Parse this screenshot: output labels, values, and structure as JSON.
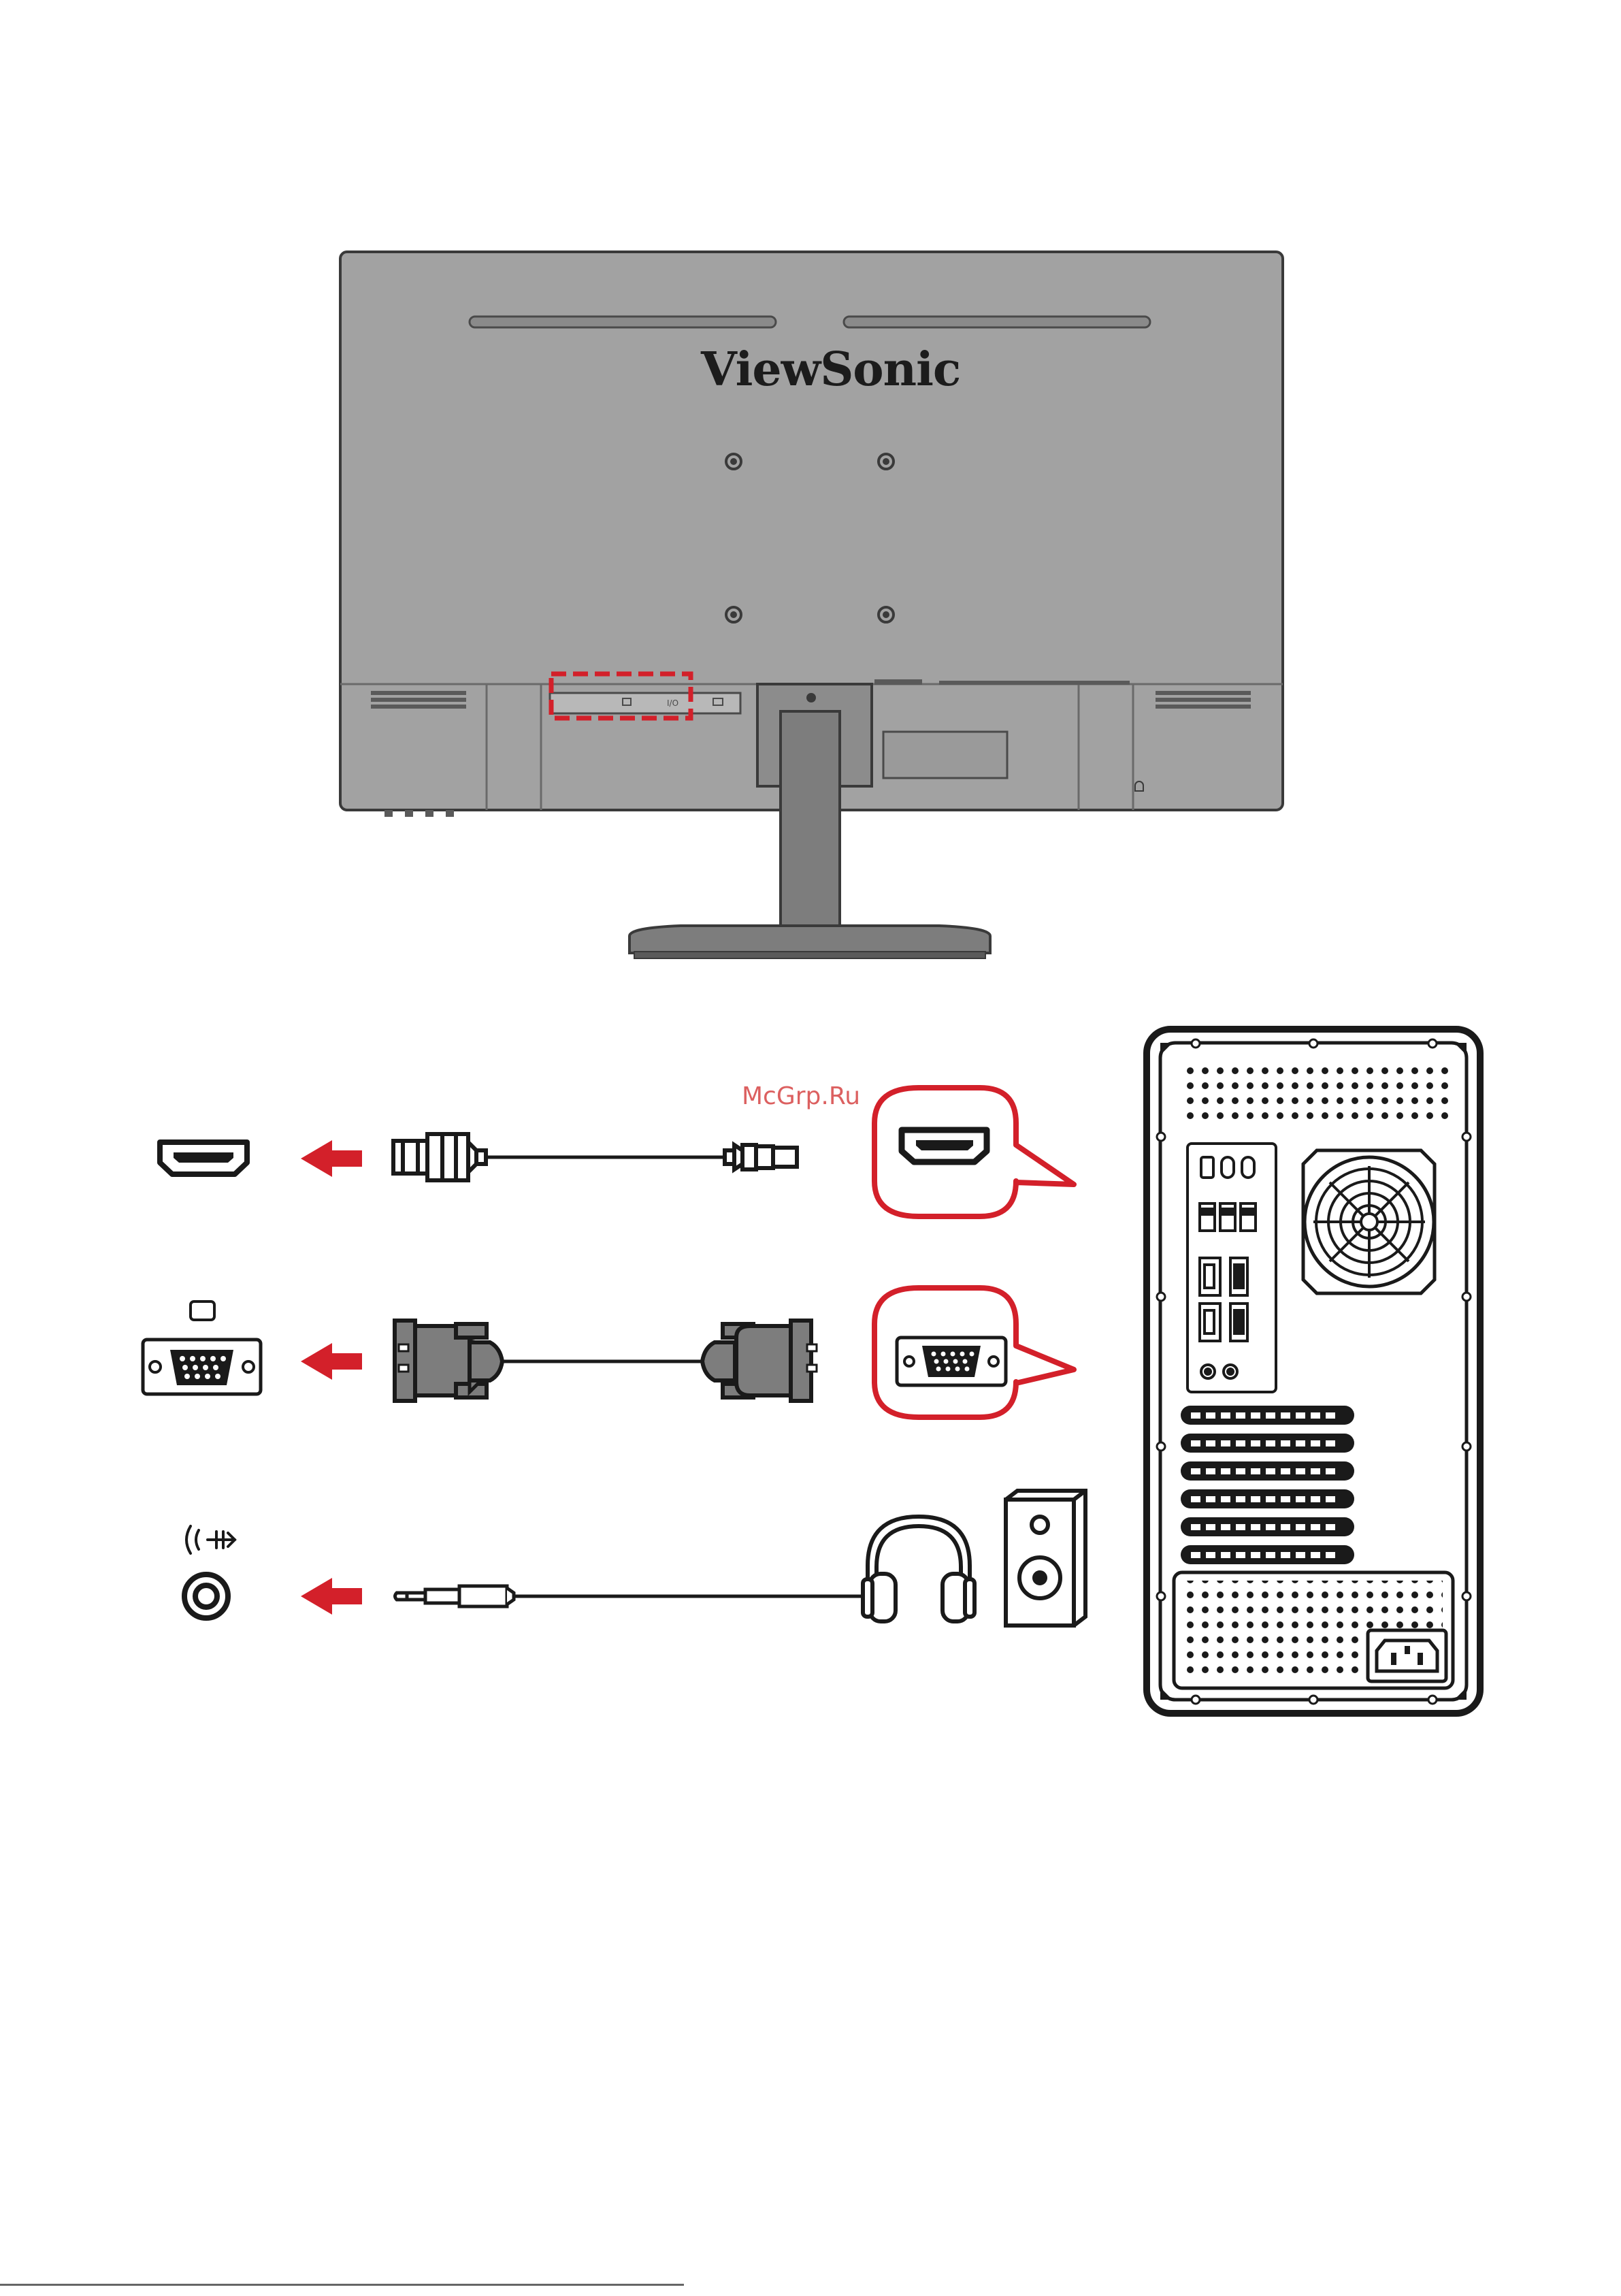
{
  "monitor": {
    "brand": "ViewSonic"
  },
  "watermark": "McGrp.Ru",
  "footer": {
    "page_number": ""
  },
  "colors": {
    "monitor_body": "#a2a2a2",
    "monitor_dark": "#7d7d7d",
    "outline": "#2a2a2a",
    "accent_red": "#d3202a",
    "cable": "#1a1a1a",
    "white": "#ffffff"
  },
  "connections": [
    {
      "name": "hdmi",
      "monitor_port_icon": "hdmi-port-icon",
      "arrow": "left-arrow-icon",
      "cable": "hdmi-cable-icon",
      "pc_port_icon": "hdmi-port-callout-icon"
    },
    {
      "name": "vga",
      "monitor_port_icon": "vga-port-icon",
      "arrow": "left-arrow-icon",
      "cable": "vga-cable-icon",
      "pc_port_icon": "vga-port-callout-icon"
    },
    {
      "name": "audio",
      "monitor_port_icon": "audio-out-jack-icon",
      "arrow": "left-arrow-icon",
      "cable": "audio-cable-icon",
      "targets": [
        "headphones-icon",
        "speaker-icon"
      ]
    }
  ]
}
